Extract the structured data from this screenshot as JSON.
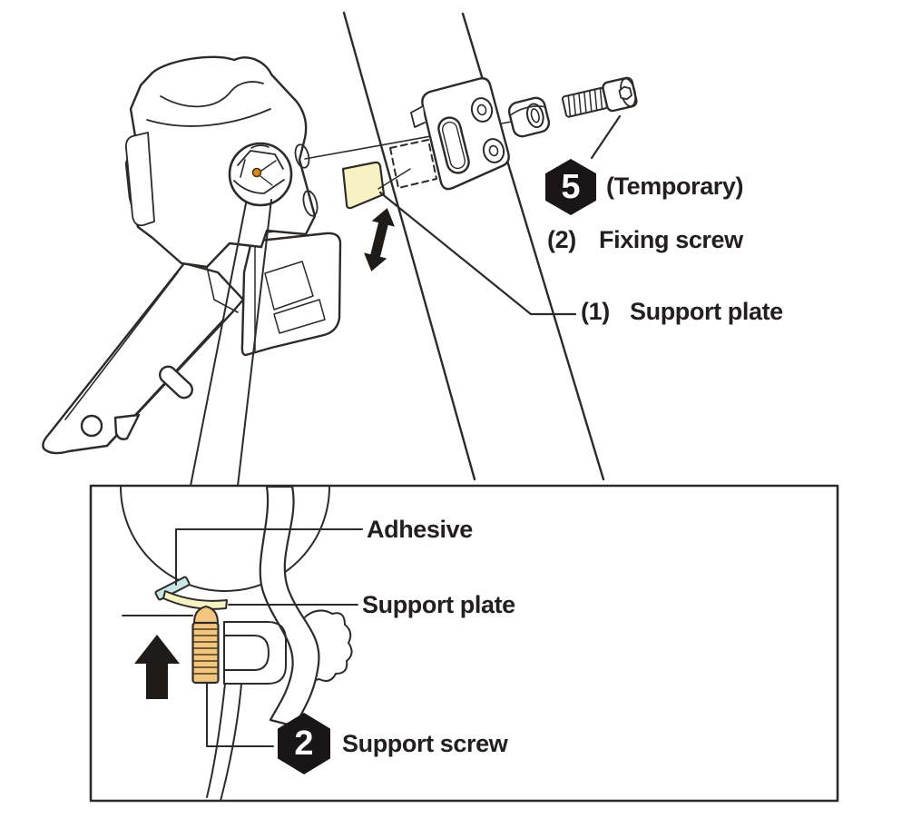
{
  "figure": {
    "type": "technical-illustration",
    "subject": "Front derailleur support plate installation",
    "colors": {
      "line": "#2e2a28",
      "text": "#231f20",
      "badge_bg": "#1a1516",
      "badge_text": "#ffffff",
      "support_plate_fill": "#f7f2c4",
      "support_screw_fill": "#f2c680",
      "adhesive_fill": "#c9e6e9",
      "screw_tip_dot": "#d28a1f"
    },
    "main_view": {
      "step_badge": {
        "number": "5",
        "note": "(Temporary)"
      },
      "parts": [
        {
          "index": "(2)",
          "label": "Fixing screw"
        },
        {
          "index": "(1)",
          "label": "Support plate"
        }
      ]
    },
    "inset_view": {
      "labels": {
        "adhesive": "Adhesive",
        "support_plate": "Support plate"
      },
      "step_badge": {
        "number": "2",
        "label": "Support screw"
      }
    }
  }
}
